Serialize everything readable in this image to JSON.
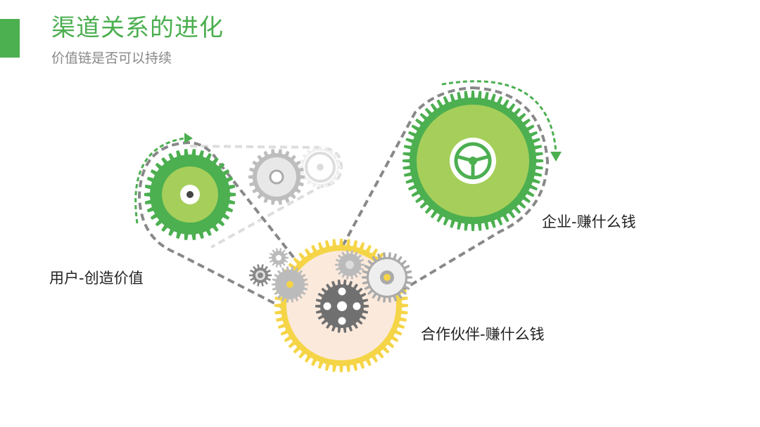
{
  "header": {
    "title": "渠道关系的进化",
    "subtitle": "价值链是否可以持续"
  },
  "labels": {
    "user": "用户-创造价值",
    "enterprise": "企业-赚什么钱",
    "partner": "合作伙伴-赚什么钱"
  },
  "colors": {
    "green": "#4caf50",
    "light_green": "#a5cf5a",
    "yellow": "#f5d547",
    "peach": "#fbe9dc",
    "gray": "#888888",
    "dark_gray": "#707070"
  }
}
